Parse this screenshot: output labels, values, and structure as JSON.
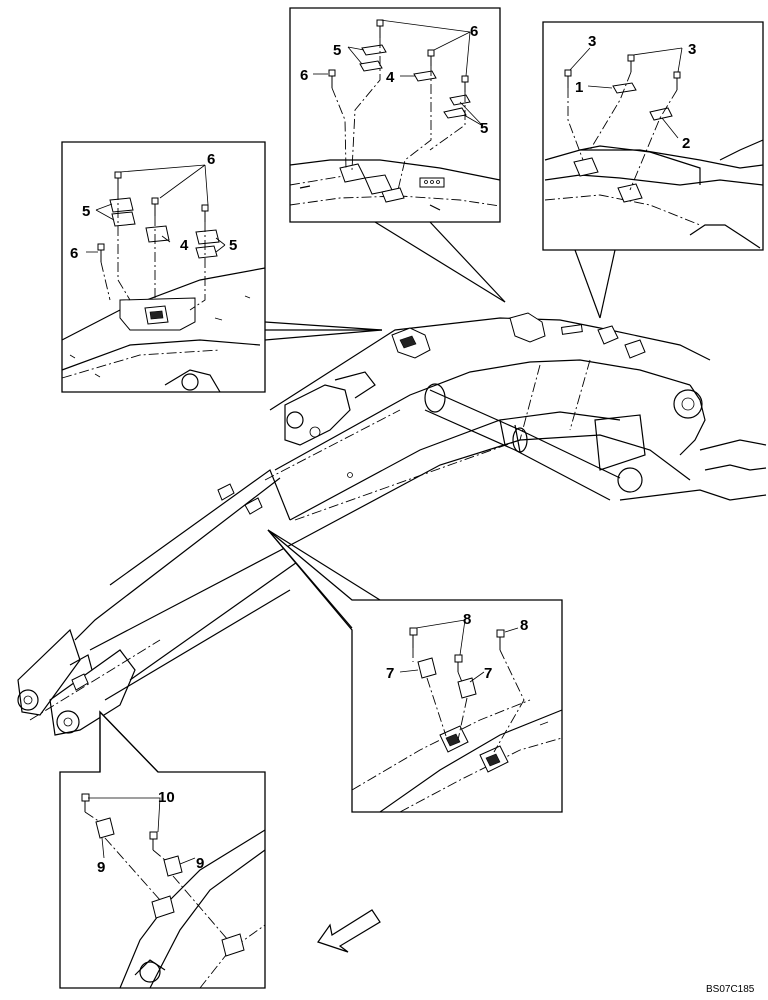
{
  "drawing_code": "BS07C185",
  "callouts": {
    "c1": "1",
    "c2": "2",
    "c3": "3",
    "c4": "4",
    "c5": "5",
    "c6": "6",
    "c7": "7",
    "c8": "8",
    "c9": "9",
    "c10": "10"
  },
  "icons": {
    "direction_arrow": "front-direction-arrow-icon"
  }
}
